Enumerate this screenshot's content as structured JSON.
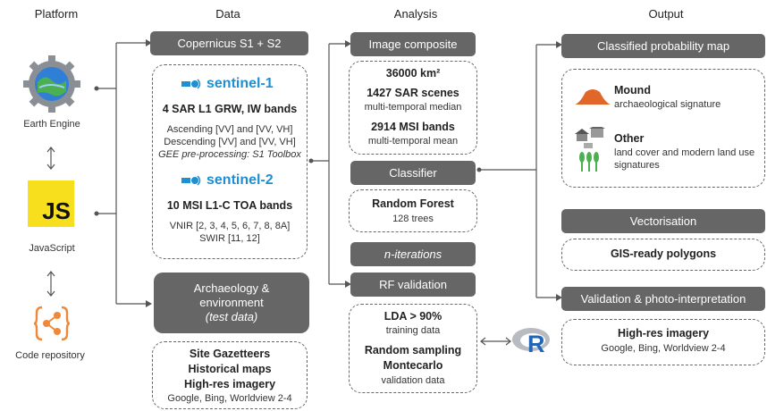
{
  "columns": {
    "platform": "Platform",
    "data": "Data",
    "analysis": "Analysis",
    "output": "Output"
  },
  "platform": {
    "earth_engine": "Earth Engine",
    "js_logo": "JS",
    "javascript": "JavaScript",
    "code_repository": "Code repository"
  },
  "data": {
    "copernicus": "Copernicus S1 + S2",
    "s1_logo": "sentinel-1",
    "s1_bands": "4 SAR L1 GRW, IW bands",
    "s1_asc": "Ascending [VV] and [VV, VH]",
    "s1_desc": "Descending [VV] and [VV, VH]",
    "s1_gee": "GEE pre-processing: S1 Toolbox",
    "s2_logo": "sentinel-2",
    "s2_bands": "10 MSI L1-C TOA bands",
    "s2_vnir": "VNIR [2, 3, 4, 5, 6, 7, 8, 8A]",
    "s2_swir": "SWIR [11, 12]",
    "arch_line1": "Archaeology &",
    "arch_line2": "environment",
    "arch_line3": "(test data)",
    "site_gazetteers": "Site Gazetteers",
    "historical_maps": "Historical maps",
    "high_res": "High-res imagery",
    "sources": "Google, Bing, Worldview 2-4"
  },
  "analysis": {
    "image_composite": "Image composite",
    "area": "36000 km²",
    "sar_scenes": "1427 SAR scenes",
    "sar_median": "multi-temporal median",
    "msi_bands": "2914 MSI bands",
    "msi_mean": "multi-temporal mean",
    "classifier": "Classifier",
    "random_forest": "Random Forest",
    "trees": "128 trees",
    "n_iterations": "n-iterations",
    "rf_validation": "RF validation",
    "lda": "LDA > 90%",
    "training": "training data",
    "random_sampling": "Random sampling",
    "montecarlo": "Montecarlo",
    "validation_data": "validation data",
    "r_logo": "R"
  },
  "output": {
    "classified_map": "Classified probability map",
    "mound": "Mound",
    "mound_desc": "archaeological signature",
    "other": "Other",
    "other_desc1": "land cover and modern land use",
    "other_desc2": "signatures",
    "vectorisation": "Vectorisation",
    "gis_polygons": "GIS-ready polygons",
    "validation_photo": "Validation & photo-interpretation",
    "high_res": "High-res imagery",
    "sources": "Google, Bing, Worldview 2-4"
  },
  "colors": {
    "header_gray": "#666666",
    "mound": "#e0662a",
    "sentinel_blue": "#1d8fd3",
    "js_yellow": "#f7df1e",
    "share_orange": "#f0883a"
  }
}
